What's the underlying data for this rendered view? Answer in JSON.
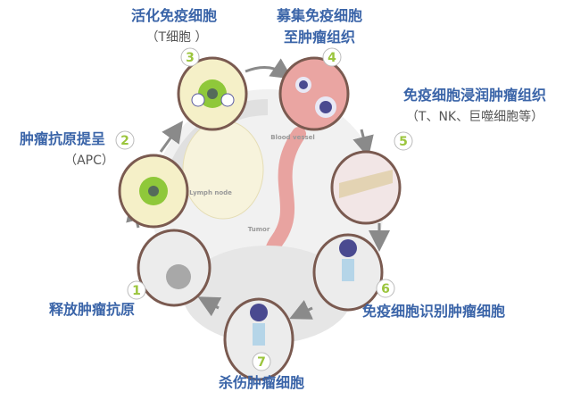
{
  "steps": [
    {
      "number": "1",
      "label": "释放肿瘤抗原"
    },
    {
      "number": "2",
      "label": "肿瘤抗原提呈",
      "sub": "（APC）"
    },
    {
      "number": "3",
      "label": "活化免疫细胞",
      "sub": "（T细胞 ）"
    },
    {
      "number": "4",
      "label": "募集免疫细胞",
      "label2": "至肿瘤组织"
    },
    {
      "number": "5",
      "label": "免疫细胞浸润肿瘤组织",
      "sub": "（T、NK、巨噬细胞等）"
    },
    {
      "number": "6",
      "label": "免疫细胞识别肿瘤细胞"
    },
    {
      "number": "7",
      "label": "杀伤肿瘤细胞"
    }
  ],
  "background_labels": {
    "blood_vessel": "Blood vessel",
    "lymph_node": "Lymph node",
    "tumor": "Tumor"
  },
  "colors": {
    "label": "#3a64a8",
    "badge": "#9bc53d",
    "circle_border": "#7a5a50",
    "vessel": "#e8a3a0"
  }
}
